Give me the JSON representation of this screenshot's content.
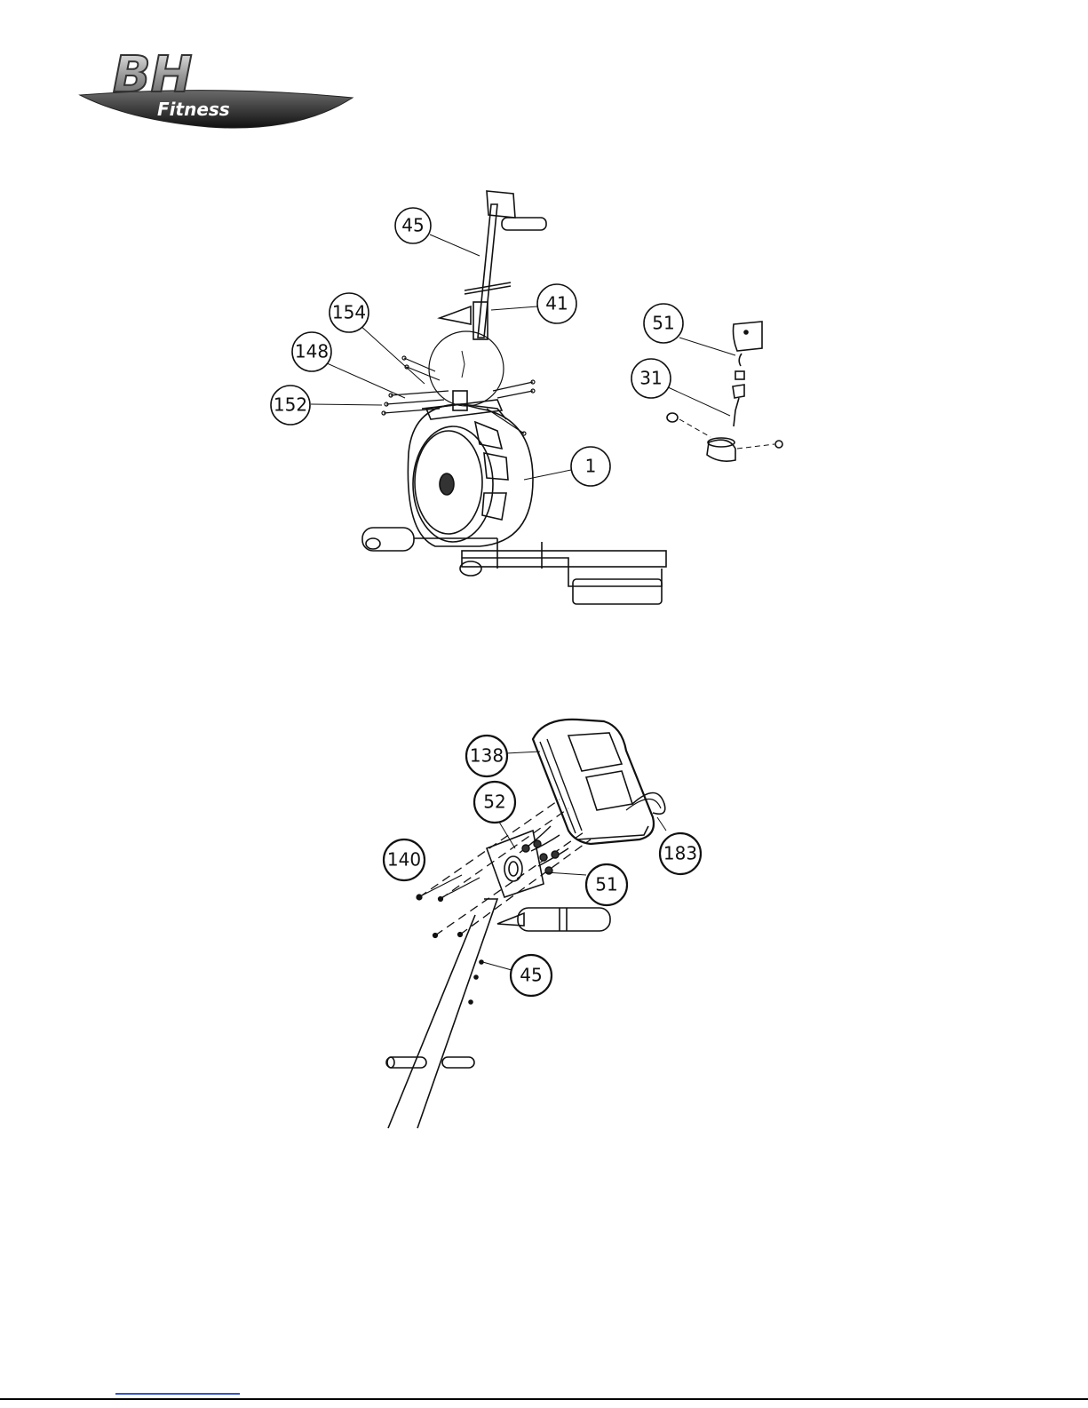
{
  "brand": {
    "logo_main": "BH",
    "logo_sub": "Fitness"
  },
  "figure_top": {
    "callouts": [
      "45",
      "41",
      "154",
      "148",
      "152",
      "1",
      "51",
      "31"
    ]
  },
  "figure_bottom": {
    "callouts": [
      "138",
      "52",
      "140",
      "183",
      "51",
      "45"
    ]
  }
}
